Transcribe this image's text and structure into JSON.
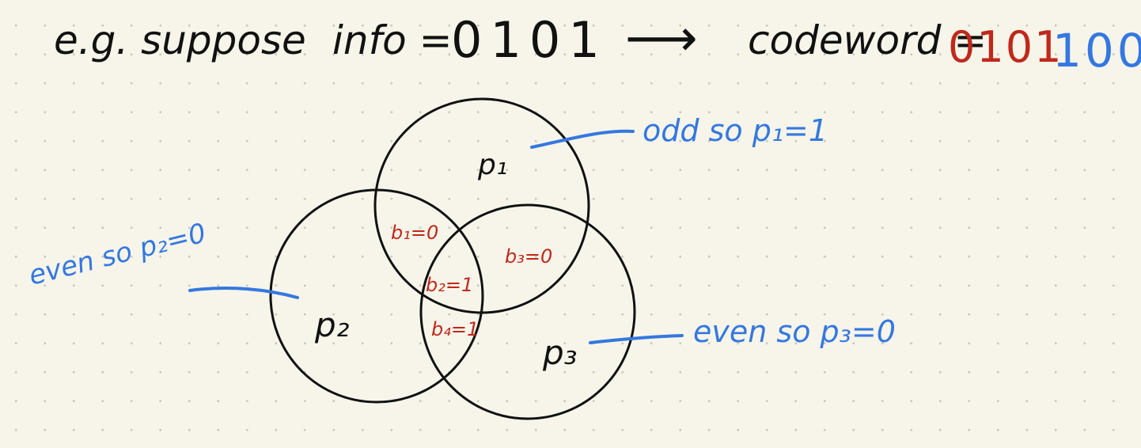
{
  "header": {
    "prefix": "e.g. suppose",
    "info_label": "info =",
    "info_value": "0101",
    "arrow": "⟶",
    "codeword_label": "codeword =",
    "codeword_data_bits": "0101",
    "codeword_parity_bits": "100"
  },
  "circles": {
    "p1": "p₁",
    "p2": "p₂",
    "p3": "p₃"
  },
  "regions": {
    "b1": "b₁=0",
    "b2": "b₂=1",
    "b3": "b₃=0",
    "b4": "b₄=1"
  },
  "notes": {
    "p1": "odd so  p₁=1",
    "p2": "even so  p₂=0",
    "p3": "even  so  p₃=0"
  },
  "colors": {
    "ink": "#111111",
    "data_bits": "#c0281c",
    "parity_bits": "#3478e0",
    "paper": "#f7f5e9"
  }
}
